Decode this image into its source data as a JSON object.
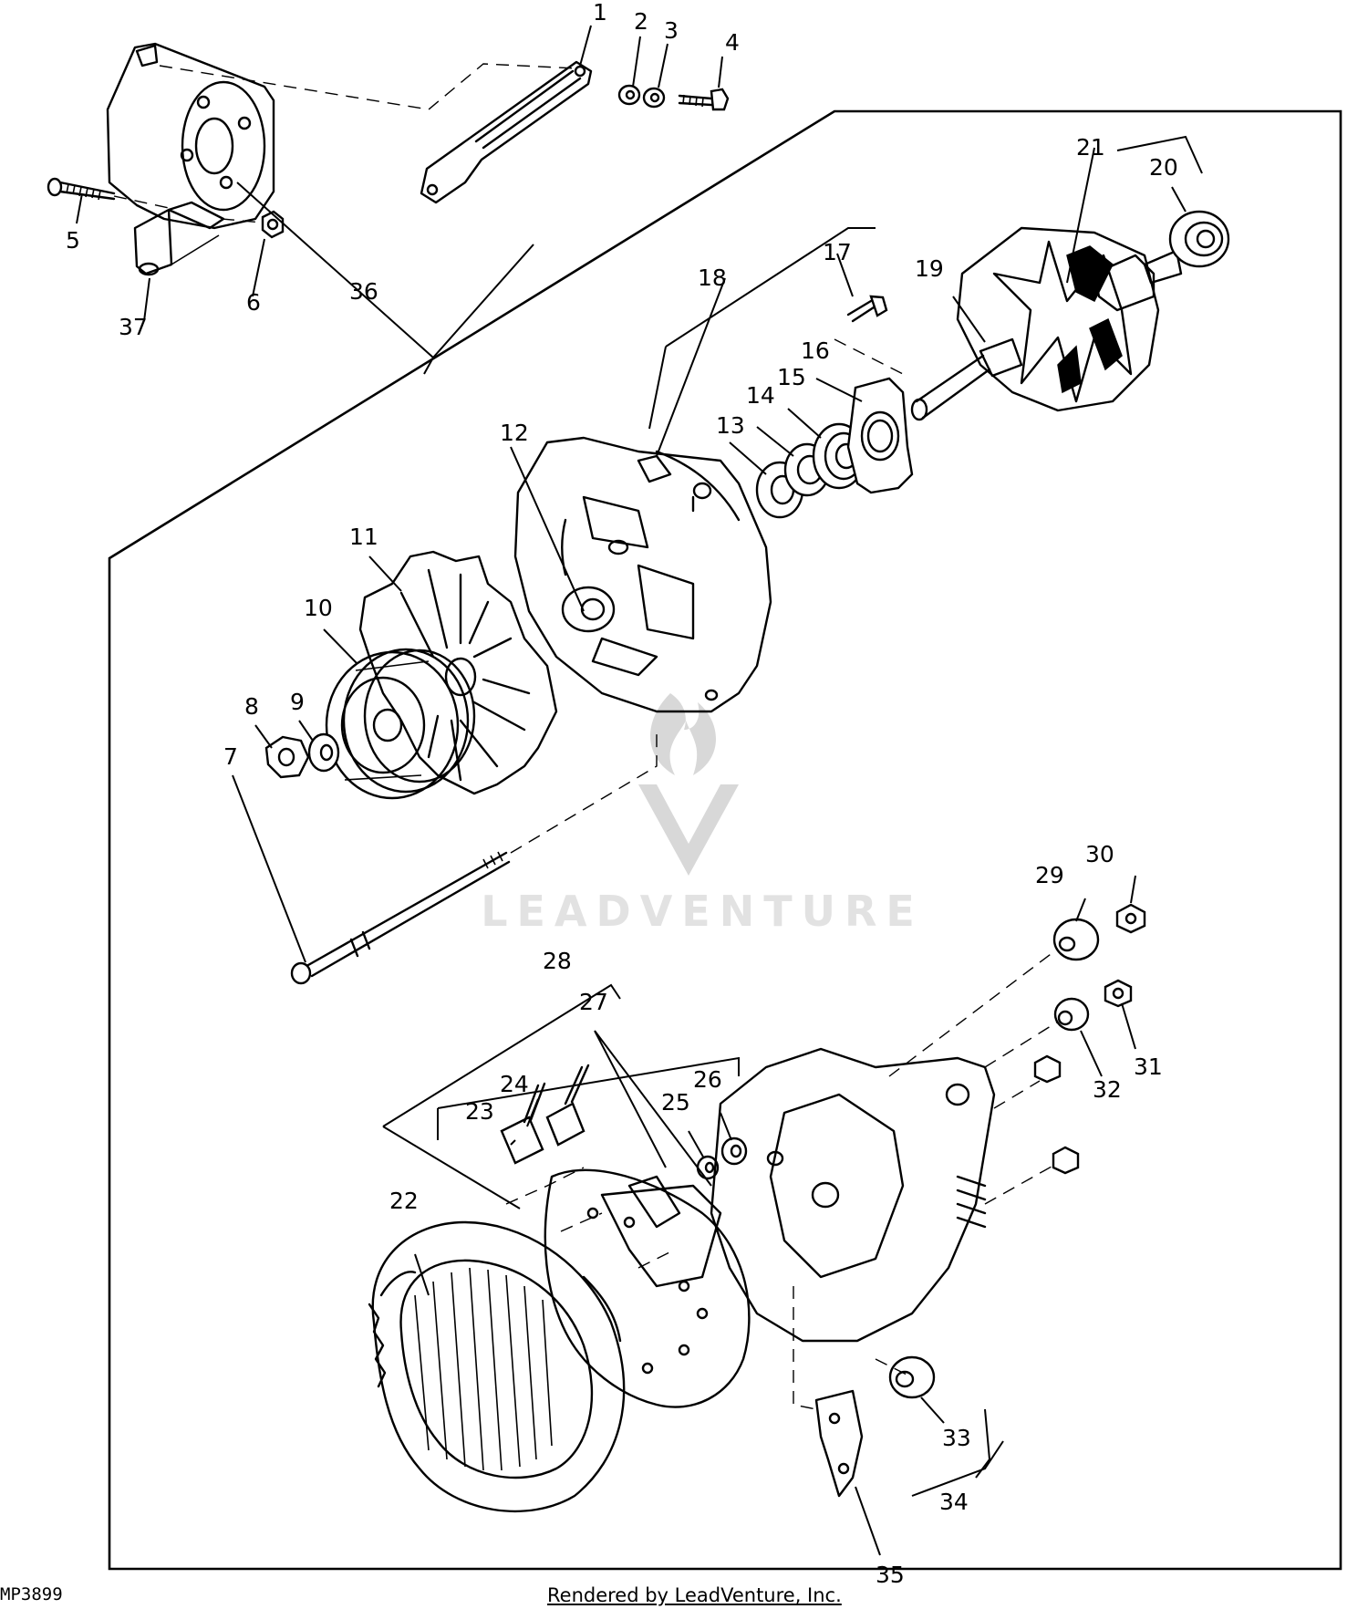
{
  "figure_id": "MP3899",
  "credit": "Rendered by LeadVenture, Inc.",
  "watermark": "LEADVENTURE",
  "callouts": [
    "1",
    "2",
    "3",
    "4",
    "5",
    "6",
    "7",
    "8",
    "9",
    "10",
    "11",
    "12",
    "13",
    "14",
    "15",
    "16",
    "17",
    "18",
    "19",
    "20",
    "21",
    "22",
    "23",
    "24",
    "25",
    "26",
    "27",
    "28",
    "29",
    "30",
    "31",
    "32",
    "33",
    "34",
    "35",
    "36",
    "37"
  ]
}
